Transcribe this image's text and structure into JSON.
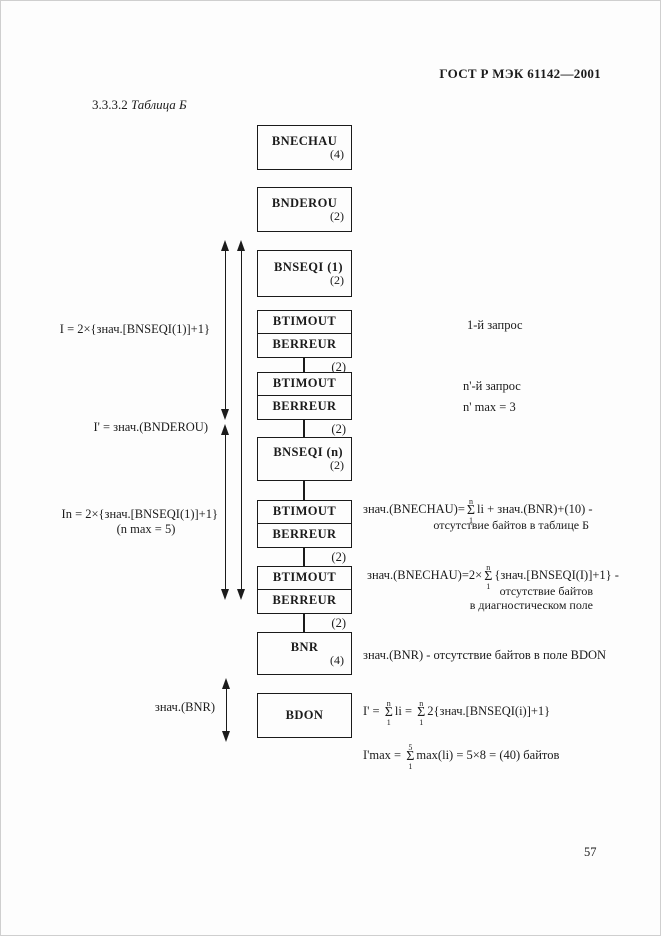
{
  "page": {
    "header": "ГОСТ Р МЭК 61142—2001",
    "section_number": "3.3.3.2",
    "section_title": "Таблица Б",
    "page_number": "57"
  },
  "diagram": {
    "boxes": {
      "bnechau": {
        "label": "BNECHAU",
        "bytes": "(4)"
      },
      "bnderou": {
        "label": "BNDEROU",
        "bytes": "(2)"
      },
      "bnseqi_1": {
        "label": "BNSEQI  (1)",
        "bytes": "(2)"
      },
      "pair1": {
        "top": "BTIMOUT",
        "bottom": "BERREUR",
        "bytes": "(2)"
      },
      "pair2": {
        "top": "BTIMOUT",
        "bottom": "BERREUR",
        "bytes": "(2)"
      },
      "bnseqi_n": {
        "label": "BNSEQI  (n)",
        "bytes": "(2)"
      },
      "pair3": {
        "top": "BTIMOUT",
        "bottom": "BERREUR",
        "bytes": "(2)"
      },
      "pair4": {
        "top": "BTIMOUT",
        "bottom": "BERREUR",
        "bytes": "(2)"
      },
      "bnr": {
        "label": "BNR",
        "bytes": "(4)"
      },
      "bdon": {
        "label": "BDON"
      }
    },
    "left_labels": {
      "l1": "I = 2×{знач.[BNSEQI(1)]+1}",
      "l2": "I' = знач.(BNDEROU)",
      "l3": "In = 2×{знач.[BNSEQI(1)]+1}",
      "l3b": "(n max = 5)",
      "l4": "знач.(BNR)"
    },
    "right_labels": {
      "request1": "1-й запрос",
      "requestN": "n'-й запрос",
      "nmax": "n' max = 3"
    },
    "formulas": {
      "sigma": "Σ",
      "f1": {
        "pre": "знач.(BNECHAU)=",
        "sup": "n",
        "sub": "1",
        "post": "li + знач.(BNR)+(10) -",
        "line2": "отсутствие байтов в таблице Б"
      },
      "f2": {
        "pre": "знач.(BNECHAU)=2×",
        "sup": "n",
        "sub": "1",
        "post": "{знач.[BNSEQI(I)]+1} -",
        "line2": "отсутствие байтов",
        "line3": "в диагностическом поле"
      },
      "f3": "знач.(BNR) - отсутствие байтов в поле BDON",
      "f4": {
        "p1": "I' = ",
        "sup1": "n",
        "sub1": "1",
        "p2": "li = ",
        "sup2": "n",
        "sub2": "1",
        "p3": "2{знач.[BNSEQI(i)]+1}"
      },
      "f5": {
        "p1": "I'max = ",
        "sup": "5",
        "sub": "1",
        "p2": "max(li) = 5×8 = (40) байтов"
      }
    }
  }
}
